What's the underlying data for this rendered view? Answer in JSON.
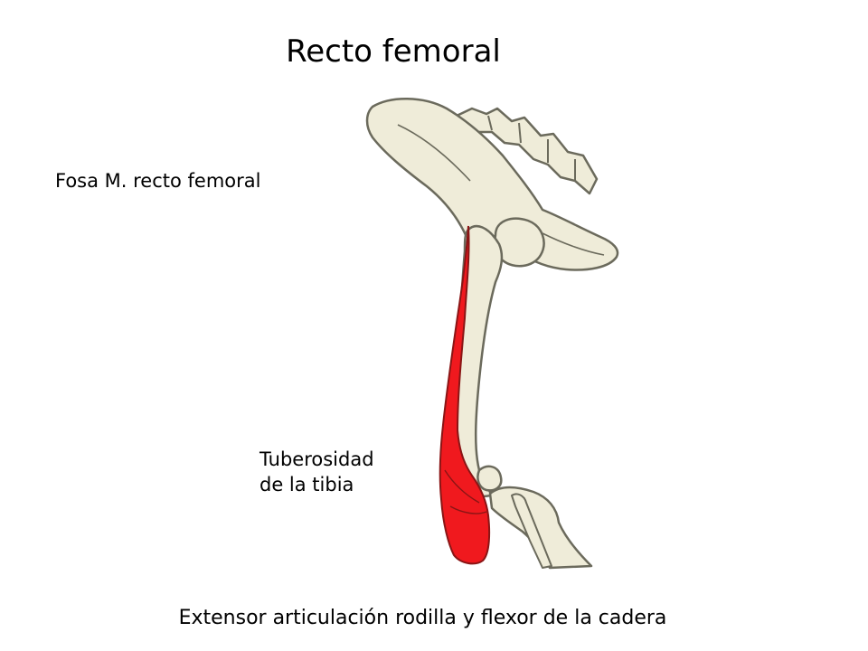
{
  "title": "Recto femoral",
  "labels": {
    "origin": "Fosa M. recto femoral",
    "insertion_line1": "Tuberosidad",
    "insertion_line2": "de la tibia"
  },
  "caption": "Extensor articulación rodilla y flexor de la cadera",
  "colors": {
    "bone": "#efecd9",
    "bone_outline": "#6b6a5c",
    "muscle": "#f0191e",
    "muscle_outline": "#8a1515"
  }
}
